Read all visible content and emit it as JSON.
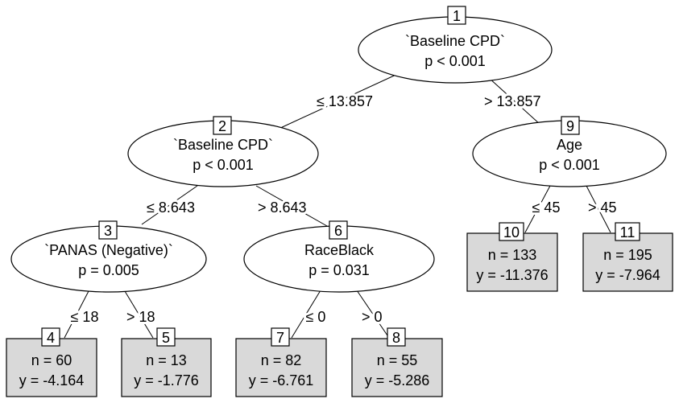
{
  "tree": {
    "inner_nodes": [
      {
        "id": "1",
        "variable": "`Baseline CPD`",
        "p": "p < 0.001"
      },
      {
        "id": "2",
        "variable": "`Baseline CPD`",
        "p": "p < 0.001"
      },
      {
        "id": "3",
        "variable": "`PANAS (Negative)`",
        "p": "p = 0.005"
      },
      {
        "id": "6",
        "variable": "RaceBlack",
        "p": "p = 0.031"
      },
      {
        "id": "9",
        "variable": "Age",
        "p": "p < 0.001"
      }
    ],
    "terminal_nodes": [
      {
        "id": "4",
        "n": "n = 60",
        "y": "y = -4.164"
      },
      {
        "id": "5",
        "n": "n = 13",
        "y": "y = -1.776"
      },
      {
        "id": "7",
        "n": "n = 82",
        "y": "y = -6.761"
      },
      {
        "id": "8",
        "n": "n = 55",
        "y": "y = -5.286"
      },
      {
        "id": "10",
        "n": "n = 133",
        "y": "y = -11.376"
      },
      {
        "id": "11",
        "n": "n = 195",
        "y": "y = -7.964"
      }
    ],
    "edges": [
      {
        "from": "1",
        "to": "2",
        "label": "≤ 13.857"
      },
      {
        "from": "1",
        "to": "9",
        "label": "> 13.857"
      },
      {
        "from": "2",
        "to": "3",
        "label": "≤ 8.643"
      },
      {
        "from": "2",
        "to": "6",
        "label": "> 8.643"
      },
      {
        "from": "3",
        "to": "4",
        "label": "≤ 18"
      },
      {
        "from": "3",
        "to": "5",
        "label": "> 18"
      },
      {
        "from": "6",
        "to": "7",
        "label": "≤ 0"
      },
      {
        "from": "6",
        "to": "8",
        "label": "> 0"
      },
      {
        "from": "9",
        "to": "10",
        "label": "≤ 45"
      },
      {
        "from": "9",
        "to": "11",
        "label": "> 45"
      }
    ],
    "colors": {
      "terminal_fill": "#d9d9d9",
      "stroke": "#000000",
      "background": "#ffffff"
    }
  }
}
